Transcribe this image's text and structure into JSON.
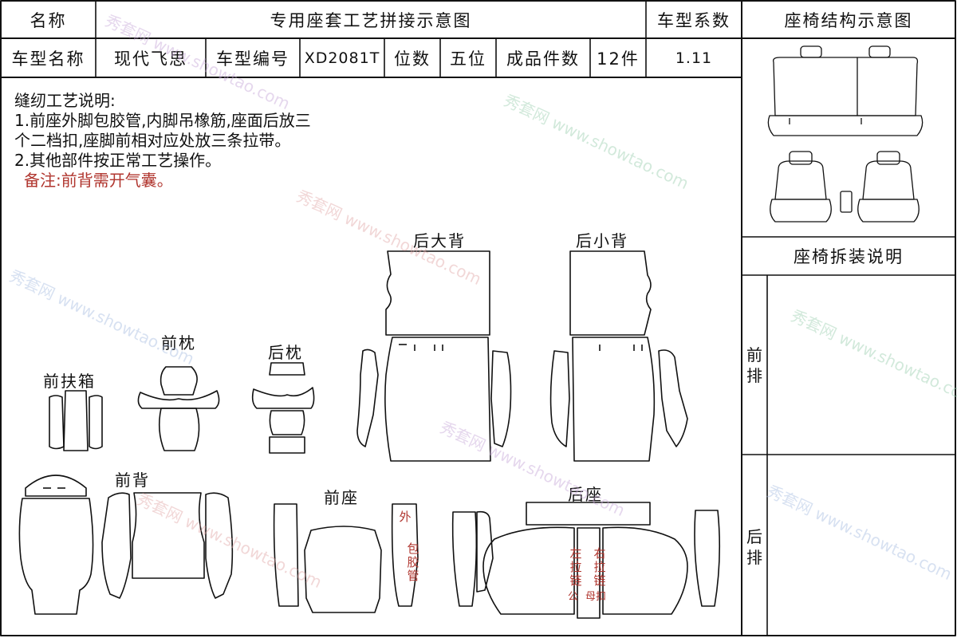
{
  "header": {
    "name_label": "名称",
    "doc_title": "专用座套工艺拼接示意图",
    "model_coef_label": "车型系数",
    "structure_title": "座椅结构示意图"
  },
  "info_row": {
    "model_name_label": "车型名称",
    "model_name": "现代飞思",
    "model_code_label": "车型编号",
    "model_code": "XD2081T",
    "seats_label": "位数",
    "seats": "五位",
    "pieces_label": "成品件数",
    "pieces": "12件",
    "coef": "1.11"
  },
  "notes": {
    "title": "缝纫工艺说明:",
    "line1": "1.前座外脚包胶管,内脚吊橡筋,座面后放三",
    "line2": "个二档扣,座脚前相对应处放三条拉带。",
    "line3": "2.其他部件按正常工艺操作。",
    "remark": "备注:前背需开气囊。"
  },
  "parts": {
    "rear_big_back": "后大背",
    "rear_small_back": "后小背",
    "front_headrest": "前枕",
    "rear_headrest": "后枕",
    "front_armrest_box": "前扶箱",
    "front_back": "前背",
    "front_seat": "前座",
    "rear_seat": "后座"
  },
  "annotations": {
    "outer_tube": [
      "外",
      "包",
      "胶",
      "管"
    ],
    "left_zipper": [
      "左",
      "拉",
      "链"
    ],
    "right_zipper": [
      "右",
      "拉",
      "链"
    ],
    "male": "公",
    "mother_buckle": "母扣"
  },
  "install": {
    "title": "座椅拆装说明",
    "front_row": [
      "前",
      "排"
    ],
    "rear_row": [
      "后",
      "排"
    ]
  },
  "watermark": {
    "brand": "秀套网",
    "site": "www.showtao.com"
  },
  "colors": {
    "line": "#111111",
    "annotation_red": "#b0352e"
  }
}
